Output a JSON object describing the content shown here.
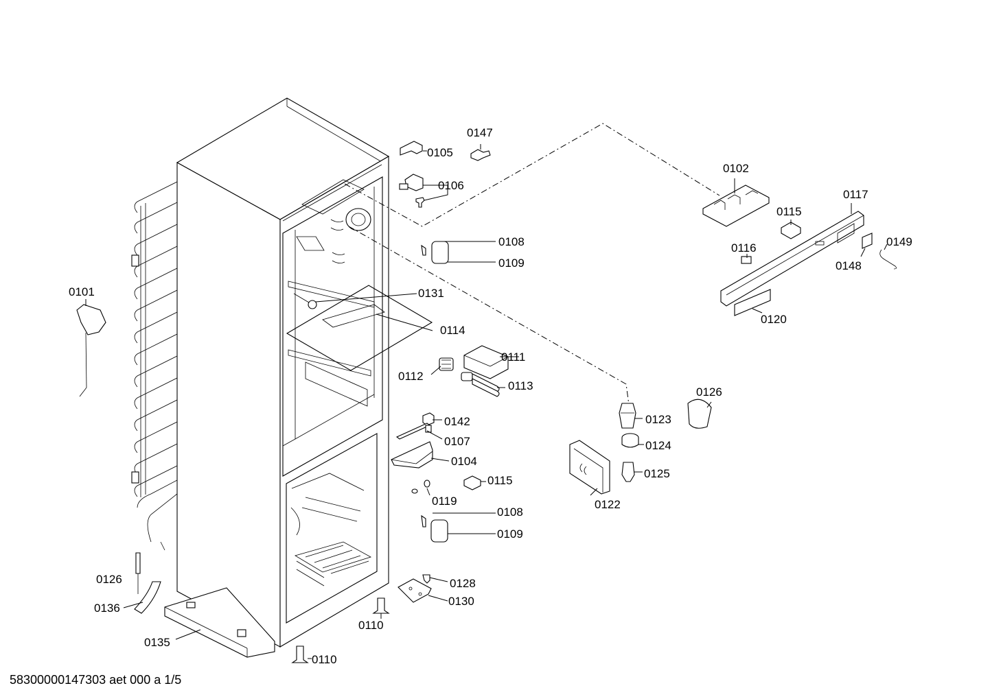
{
  "footer": "58300000147303 aet 000 a 1/5",
  "labels": {
    "p0101": "0101",
    "p0102": "0102",
    "p0104": "0104",
    "p0105": "0105",
    "p0106": "0106",
    "p0107": "0107",
    "p0108a": "0108",
    "p0108b": "0108",
    "p0109a": "0109",
    "p0109b": "0109",
    "p0110a": "0110",
    "p0110b": "0110",
    "p0111": "0111",
    "p0112": "0112",
    "p0113": "0113",
    "p0114": "0114",
    "p0115a": "0115",
    "p0115b": "0115",
    "p0116": "0116",
    "p0117": "0117",
    "p0119": "0119",
    "p0120": "0120",
    "p0122": "0122",
    "p0123": "0123",
    "p0124": "0124",
    "p0125": "0125",
    "p0126a": "0126",
    "p0126b": "0126",
    "p0128": "0128",
    "p0130": "0130",
    "p0131": "0131",
    "p0135": "0135",
    "p0136": "0136",
    "p0142": "0142",
    "p0147": "0147",
    "p0148": "0148",
    "p0149": "0149"
  }
}
